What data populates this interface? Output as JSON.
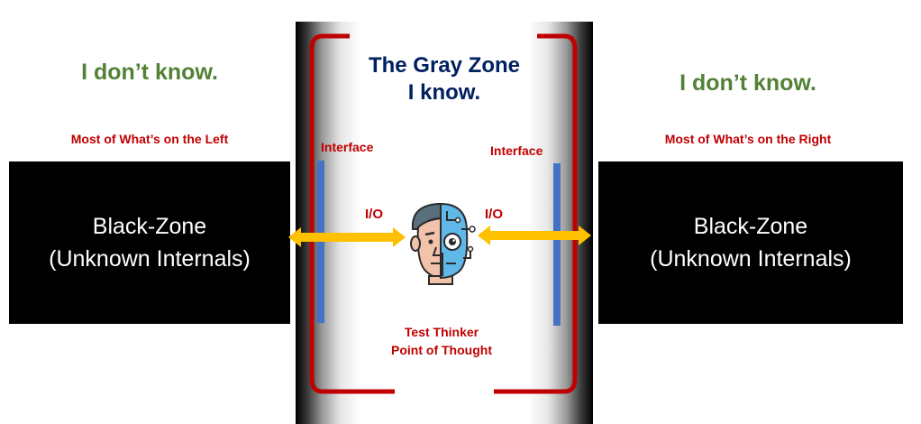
{
  "left": {
    "heading": "I don’t know.",
    "subheading": "Most of What’s on the Left",
    "box_line1": "Black-Zone",
    "box_line2": "(Unknown Internals)"
  },
  "right": {
    "heading": "I don’t know.",
    "subheading": "Most of What’s on the Right",
    "box_line1": "Black-Zone",
    "box_line2": "(Unknown Internals)"
  },
  "gray_zone": {
    "title_line1": "The Gray Zone",
    "title_line2": "I know.",
    "left_interface_label": "Interface",
    "right_interface_label": "Interface",
    "left_io_label": "I/O",
    "right_io_label": "I/O",
    "thinker_line1": "Test Thinker",
    "thinker_line2": "Point of Thought"
  },
  "colors": {
    "heading_green": "#538135",
    "label_red": "#c00000",
    "title_navy": "#002060",
    "arrow_yellow": "#ffc000",
    "interface_blue": "#4472c4"
  },
  "icons": [
    "human-robot-face-icon"
  ]
}
